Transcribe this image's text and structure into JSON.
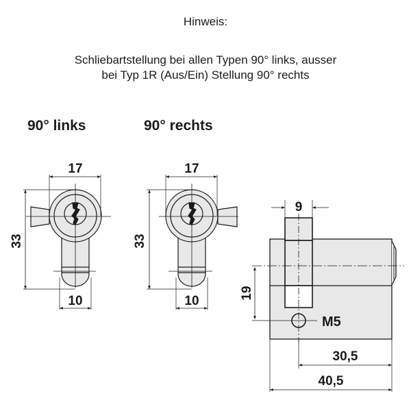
{
  "note": {
    "title": "Hinweis:",
    "line1": "Schliebartstellung bei allen Typen 90° links, ausser",
    "line2": "bei Typ 1R (Aus/Ein) Stellung 90° rechts"
  },
  "views": {
    "left": {
      "label": "90° links",
      "width_dim": "17",
      "height_dim": "33",
      "bottom_dim": "10"
    },
    "right": {
      "label": "90° rechts",
      "width_dim": "17",
      "height_dim": "33",
      "bottom_dim": "10"
    },
    "side": {
      "cam_width_dim": "9",
      "axis_to_screw_dim": "19",
      "screw_label": "M5",
      "screw_to_end_dim": "30,5",
      "overall_length_dim": "40,5"
    }
  },
  "colors": {
    "line": "#1a1a1a",
    "fill": "#e8e8e8",
    "white": "#ffffff"
  }
}
